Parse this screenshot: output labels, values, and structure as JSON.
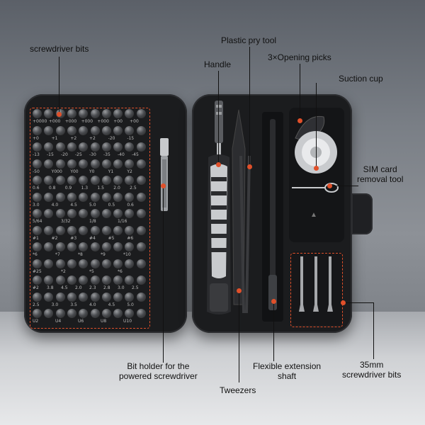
{
  "labels": {
    "screwdriver_bits": "screwdriver bits",
    "plastic_pry_tool": "Plastic pry tool",
    "handle": "Handle",
    "opening_picks": "3×Opening picks",
    "suction_cup": "Suction cup",
    "sim_tool_line1": "SIM card",
    "sim_tool_line2": "removal tool",
    "bit_holder_line1": "Bit holder for the",
    "bit_holder_line2": "powered screwdriver",
    "tweezers": "Tweezers",
    "flex_shaft_line1": "Flexible extension",
    "flex_shaft_line2": "shaft",
    "bits35_line1": "35mm",
    "bits35_line2": "screwdriver bits"
  },
  "bit_rows": [
    "+0000 +000 +000 +000 +000 +00 +00",
    "+0 +1 +2 +2 -20 -15",
    "-13 -15 -20 -25 -30 -35 -40 -45",
    "-50 Y000 Y00 Y0 Y1 Y2",
    "0.6 0.8 0.9 1.3 1.5 2.0 2.5",
    "3.0 4.0 4.5 5.0 0.5 0.6",
    "5/64 3/32 1/8 1/16",
    "#1 #2 #3 #4 #5 #6",
    "*6 *7 *8 *9 *10",
    "#25 *2 *5 *6",
    "#2 3.8 4.5 2.0 2.3 2.8 3.0 2.5",
    "2.5 3.0 3.5 4.0 4.5 5.0",
    "U2 U4 U6 U8 U10"
  ],
  "colors": {
    "accent": "#e0502a",
    "case": "#1b1c1e",
    "text": "#111111"
  }
}
